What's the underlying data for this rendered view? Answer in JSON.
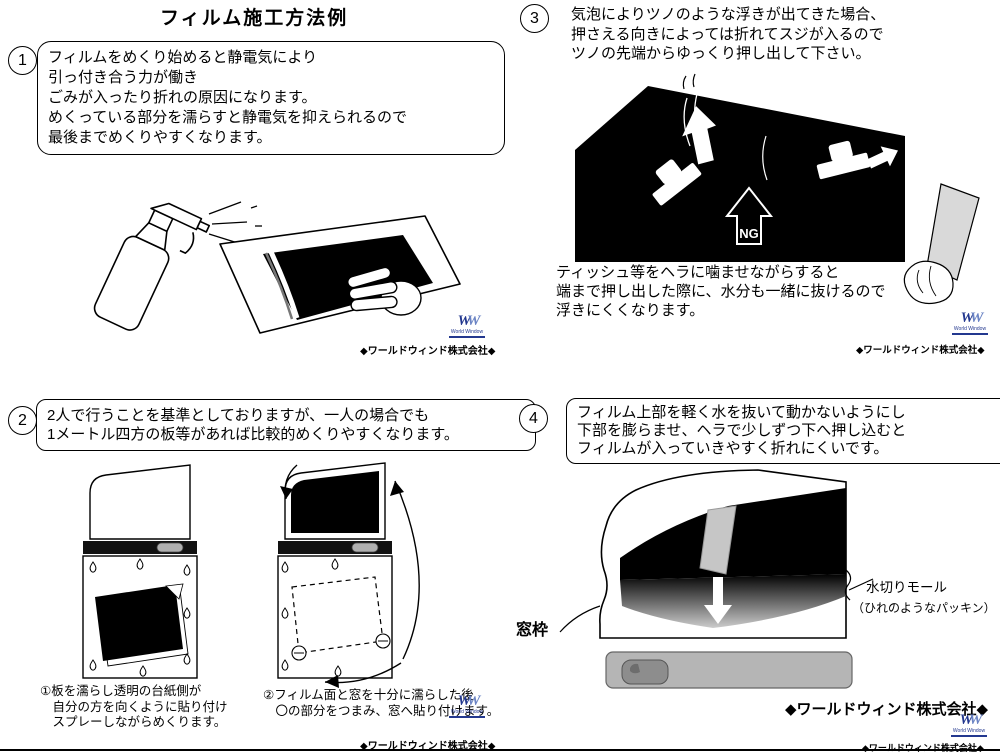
{
  "title": "フィルム施工方法例",
  "brand": {
    "logo_w1": "W",
    "logo_w2": "W",
    "logo_sub": "World Window",
    "company": "◆ワールドウィンド株式会社◆"
  },
  "footer": {
    "company_bold": "◆ワールドウィンド株式会社◆"
  },
  "steps": [
    {
      "number": "1",
      "lines": [
        "フィルムをめくり始めると静電気により",
        "引っ付き合う力が働き",
        "ごみが入ったり折れの原因になります。",
        "めくっている部分を濡らすと静電気を抑えられるので",
        "最後までめくりやすくなります。"
      ]
    },
    {
      "number": "2",
      "lines": [
        "2人で行うことを基準としておりますが、一人の場合でも",
        "1メートル四方の板等があれば比較的めくりやすくなります。"
      ],
      "caption1": [
        "①板を濡らし透明の台紙側が",
        "　自分の方を向くように貼り付け",
        "　スプレーしながらめくります。"
      ],
      "caption2": [
        "②フィルム面と窓を十分に濡らした後",
        "　〇の部分をつまみ、窓へ貼り付けます。"
      ]
    },
    {
      "number": "3",
      "lines": [
        "気泡によりツノのような浮きが出てきた場合、",
        "押さえる向きによっては折れてスジが入るので",
        "ツノの先端からゆっくり押し出して下さい。"
      ],
      "ng": "NG",
      "note": [
        "ティッシュ等をヘラに噛ませながらすると",
        "端まで押し出した際に、水分も一緒に抜けるので",
        "浮きにくくなります。"
      ]
    },
    {
      "number": "4",
      "lines": [
        "フィルム上部を軽く水を抜いて動かないようにし",
        "下部を膨らませ、ヘラで少しずつ下へ押し込むと",
        "フィルムが入っていきやすく折れにくいです。"
      ],
      "labels": {
        "window_frame": "窓枠",
        "molding": "水切りモール",
        "molding_sub": "（ひれのようなパッキン）"
      }
    }
  ]
}
